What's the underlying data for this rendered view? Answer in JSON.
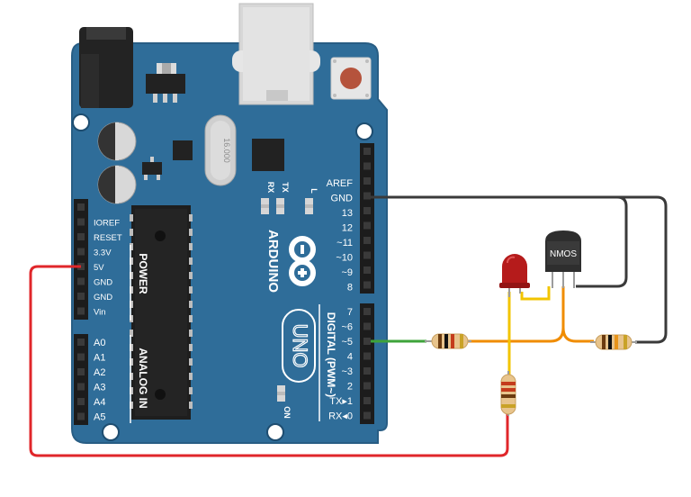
{
  "board": {
    "brand": "ARDUINO",
    "model": "UNO",
    "crystal_marking": "16.000",
    "led_labels": {
      "tx": "TX",
      "rx": "RX",
      "l": "L",
      "on": "ON"
    },
    "section_digital": "DIGITAL (PWM~)",
    "section_power": "POWER",
    "section_analog": "ANALOG IN",
    "header_top_pins": [
      "AREF",
      "GND",
      "13",
      "12",
      "~11",
      "~10",
      "~9",
      "8"
    ],
    "header_bottom_pins": [
      "7",
      "~6",
      "~5",
      "4",
      "~3",
      "2",
      "TX▸1",
      "RX◂0"
    ],
    "power_pins": [
      "IOREF",
      "RESET",
      "3.3V",
      "5V",
      "GND",
      "GND",
      "Vin"
    ],
    "analog_pins": [
      "A0",
      "A1",
      "A2",
      "A3",
      "A4",
      "A5"
    ]
  },
  "components": {
    "transistor_label": "NMOS"
  },
  "colors": {
    "board": "#2f6d99",
    "board_edge": "#285d84",
    "wire_red": "#e0262a",
    "wire_black": "#3a3a3a",
    "wire_green": "#3ea33a",
    "wire_orange": "#f08c00",
    "wire_yellow": "#f2c400",
    "led_red": "#b51b1b"
  }
}
